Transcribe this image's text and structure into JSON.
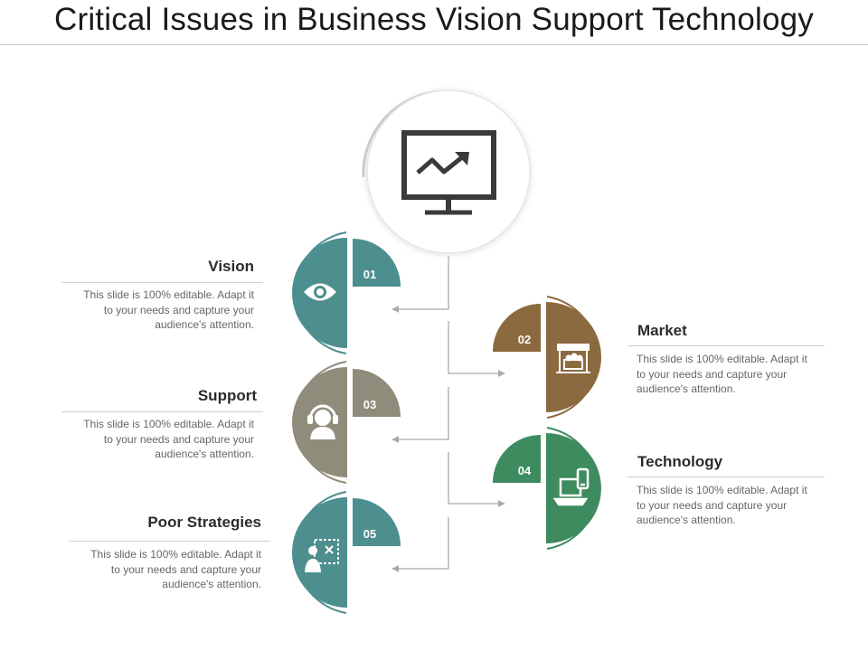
{
  "slide": {
    "title": "Critical Issues in Business Vision Support Technology"
  },
  "colors": {
    "teal": "#4d8e8f",
    "brown": "#8c6a3f",
    "gray": "#8f8c7b",
    "green": "#3e8b5f",
    "icon_dark": "#3a3a3a",
    "connector": "#a9a9a9"
  },
  "center_icon": "monitor-trend-icon",
  "items": [
    {
      "number": "01",
      "title": "Vision",
      "icon": "eye-icon",
      "desc_lines": [
        "This slide is 100% editable. Adapt it",
        "to your needs and capture your",
        "audience's attention."
      ]
    },
    {
      "number": "02",
      "title": "Market",
      "icon": "market-stall-icon",
      "desc_lines": [
        "This slide is 100% editable. Adapt it",
        "to your needs and capture your",
        "audience's attention."
      ]
    },
    {
      "number": "03",
      "title": "Support",
      "icon": "headset-user-icon",
      "desc_lines": [
        "This slide is 100% editable. Adapt it",
        "to your needs and capture your",
        "audience's attention."
      ]
    },
    {
      "number": "04",
      "title": "Technology",
      "icon": "laptop-phone-icon",
      "desc_lines": [
        "This slide is 100% editable. Adapt it",
        "to your needs and capture your",
        "audience's attention."
      ]
    },
    {
      "number": "05",
      "title": "Poor Strategies",
      "icon": "strategy-board-icon",
      "desc_lines": [
        "This slide is 100% editable. Adapt it",
        "to your needs and capture your",
        "audience's attention."
      ]
    }
  ]
}
